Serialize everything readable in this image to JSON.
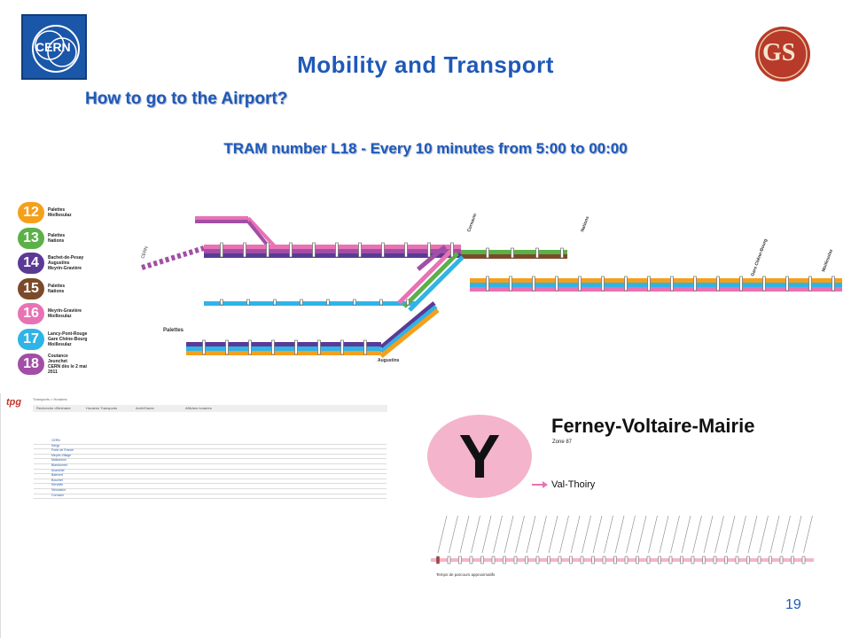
{
  "header": {
    "logo_left_text": "CERN",
    "logo_right_text": "GS",
    "title": "Mobility and Transport",
    "subtitle": "How to go to the Airport?",
    "tram_info": "TRAM number L18 - Every 10 minutes from 5:00 to 00:00"
  },
  "legend": [
    {
      "number": "12",
      "color": "#f4a01c",
      "text": "Palettes\nMoillesulaz"
    },
    {
      "number": "13",
      "color": "#5bb048",
      "text": "Palettes\nNations"
    },
    {
      "number": "14",
      "color": "#5b3a96",
      "text": "Bachet-de-Pesay\nAugustins\nMeyrin-Gravière"
    },
    {
      "number": "15",
      "color": "#7b4a2a",
      "text": "Palettes\nNations"
    },
    {
      "number": "16",
      "color": "#e872b4",
      "text": "Meyrin-Gravière\nMoillesulaz"
    },
    {
      "number": "17",
      "color": "#2fb4e8",
      "text": "Lancy-Pont-Rouge\nGare Chêne-Bourg\nMoillesulaz"
    },
    {
      "number": "18",
      "color": "#a24ea6",
      "text": "Coutance\nJeunchet\nCERN dès le 2 mai 2011"
    }
  ],
  "tram_map": {
    "line_colors": [
      "#5bb048",
      "#f4a01c",
      "#e872b4",
      "#2fb4e8",
      "#5b3a96",
      "#7b4a2a",
      "#a24ea6"
    ],
    "labels": {
      "cern": "CERN",
      "palettes": "Palettes",
      "moillesulaz": "Moillesulaz",
      "nations": "Nations",
      "augustins": "Augustins",
      "gare_chene_bourg": "Gare Chêne-Bourg",
      "cornavin": "Cornavin"
    }
  },
  "tpg_screenshot": {
    "logo": "tpg",
    "nav": "Transports > Horaires",
    "tabs": [
      "Recherche d'itinéraire",
      "Horaires Transports",
      "Arrêt/Gares",
      "Affiches horaires"
    ],
    "stops": [
      "CERN",
      "Sergy",
      "Porte de France",
      "Meyrin-Village",
      "Maisonnex",
      "Blandonnet",
      "Avanchet",
      "Balexert",
      "Bouchet",
      "Servette",
      "Vieusseux",
      "Cornavin"
    ]
  },
  "y_card": {
    "letter": "Y",
    "destination": "Ferney-Voltaire-Mairie",
    "zone": "Zone 87",
    "direction": "Val-Thoiry",
    "time_note": "Temps de parcours approximatifs",
    "pink": "#f4b4cc"
  },
  "page_number": "19"
}
